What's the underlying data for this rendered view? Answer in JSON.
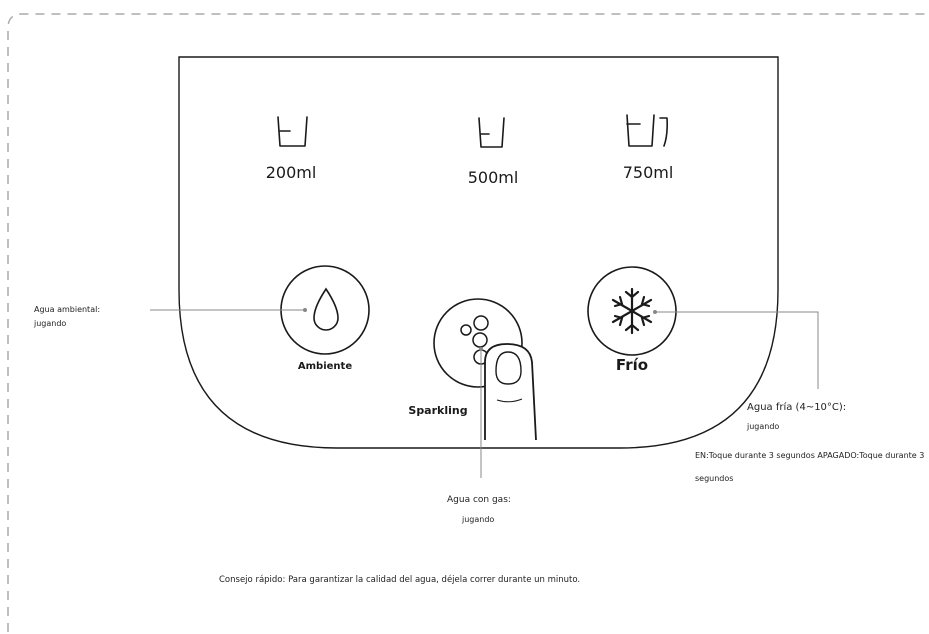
{
  "volumes": {
    "small": "200ml",
    "medium": "500ml",
    "large": "750ml"
  },
  "buttons": {
    "ambient": "Ambiente",
    "sparkling": "Sparkling",
    "cold": "Frío"
  },
  "callouts": {
    "ambient_title": "Agua ambiental:",
    "ambient_status": "jugando",
    "sparkling_title": "Agua con gas:",
    "sparkling_status": "jugando",
    "cold_title": "Agua fría (4~10°C):",
    "cold_status": "jugando",
    "cold_note_line1": "EN:Toque durante 3 segundos APAGADO:Toque durante 3",
    "cold_note_line2": "segundos"
  },
  "tip": "Consejo rápido: Para garantizar la calidad del agua, déjela correr durante un minuto."
}
